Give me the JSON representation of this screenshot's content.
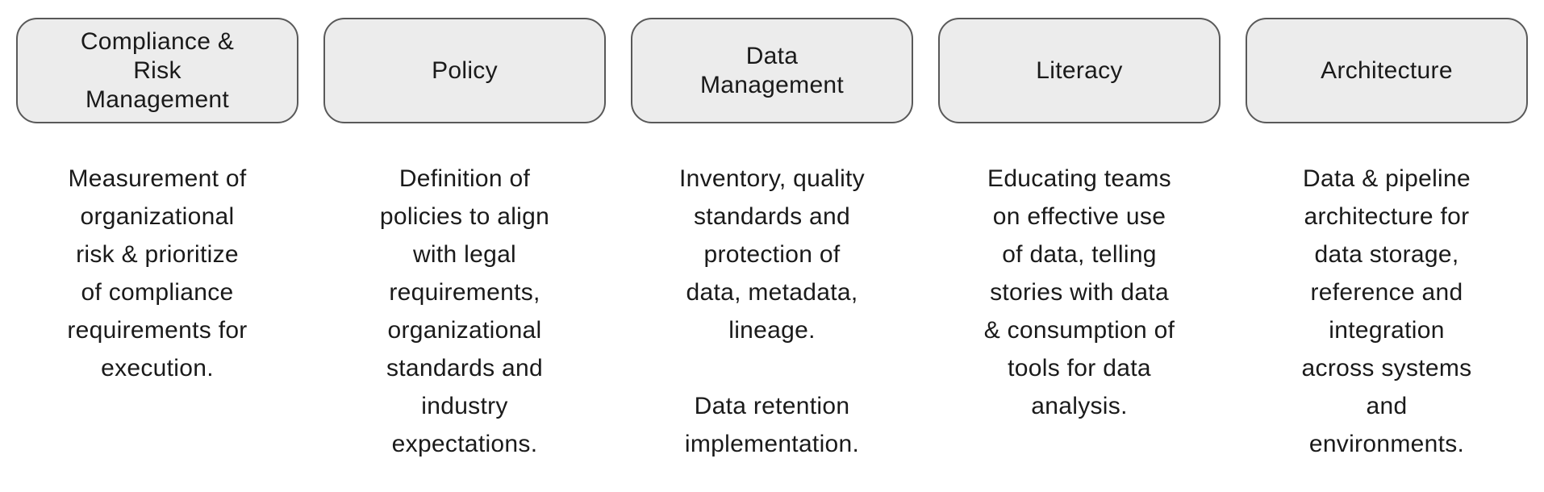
{
  "colors": {
    "background": "#ffffff",
    "box_fill": "#ececec",
    "box_border": "#595959",
    "text": "#1a1a1a"
  },
  "columns": [
    {
      "id": "compliance-risk-management",
      "title": "Compliance &\nRisk\nManagement",
      "description": "Measurement of\norganizational\nrisk & prioritize\nof compliance\nrequirements for\nexecution."
    },
    {
      "id": "policy",
      "title": "Policy",
      "description": "Definition of\npolicies to align\nwith legal\nrequirements,\norganizational\nstandards and\nindustry\nexpectations."
    },
    {
      "id": "data-management",
      "title": "Data\nManagement",
      "description": "Inventory, quality\nstandards and\nprotection of\ndata, metadata,\nlineage.\n\nData retention\nimplementation."
    },
    {
      "id": "literacy",
      "title": "Literacy",
      "description": "Educating teams\non effective use\nof data, telling\nstories with data\n& consumption of\ntools for data\nanalysis."
    },
    {
      "id": "architecture",
      "title": "Architecture",
      "description": "Data & pipeline\narchitecture for\ndata storage,\nreference and\nintegration\nacross systems\nand\nenvironments."
    }
  ]
}
